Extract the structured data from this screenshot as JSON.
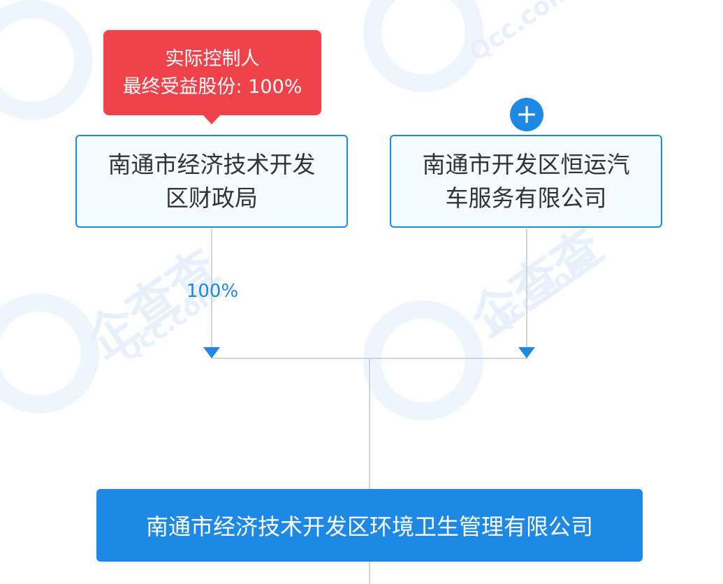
{
  "badge": {
    "line1": "实际控制人",
    "line2": "最终受益股份: 100%"
  },
  "shareholders": [
    {
      "line1": "南通市经济技术开发",
      "line2": "区财政局",
      "percent": "100%"
    },
    {
      "line1": "南通市开发区恒运汽",
      "line2": "车服务有限公司",
      "percent": ""
    }
  ],
  "expand_button": {
    "symbol": "+"
  },
  "target_company": {
    "name": "南通市经济技术开发区环境卫生管理有限公司"
  },
  "watermark": {
    "text": "企查查",
    "subtext": "Qcc.com"
  },
  "icons": {
    "arrow": "arrow-down-icon",
    "expand": "plus-icon"
  },
  "colors": {
    "primary": "#1e88e5",
    "badge": "#f0424b",
    "line": "#cfd4da",
    "box_fill": "#f5fbff",
    "text": "#333333"
  }
}
